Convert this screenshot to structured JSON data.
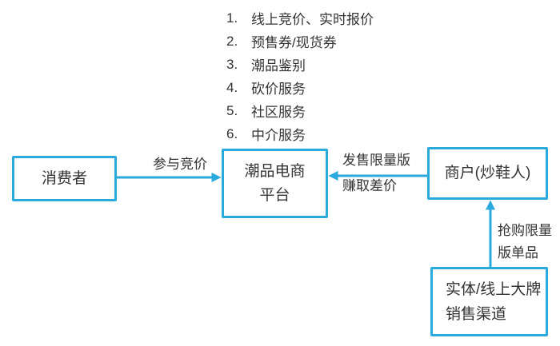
{
  "diagram": {
    "services": {
      "items": [
        {
          "num": "1.",
          "text": "线上竞价、实时报价"
        },
        {
          "num": "2.",
          "text": "预售券/现货券"
        },
        {
          "num": "3.",
          "text": "潮品鉴别"
        },
        {
          "num": "4.",
          "text": "砍价服务"
        },
        {
          "num": "5.",
          "text": "社区服务"
        },
        {
          "num": "6.",
          "text": "中介服务"
        }
      ]
    },
    "nodes": {
      "consumer": {
        "label": "消费者"
      },
      "platform": {
        "line1": "潮品电商",
        "line2": "平台"
      },
      "merchant": {
        "label": "商户(炒鞋人)"
      },
      "channel": {
        "line1": "实体/线上大牌",
        "line2": "销售渠道"
      }
    },
    "edges": {
      "consumer_to_platform": {
        "label": "参与竞价"
      },
      "merchant_to_platform": {
        "line1": "发售限量版",
        "line2": "赚取差价"
      },
      "channel_to_merchant": {
        "line1": "抢购限量",
        "line2": "版单品"
      }
    },
    "colors": {
      "accent": "#29a9dc",
      "text": "#333333",
      "background": "#ffffff"
    }
  }
}
